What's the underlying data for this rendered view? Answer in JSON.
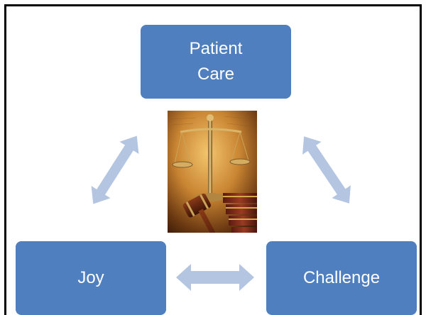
{
  "nodes": {
    "top": {
      "line1": "Patient",
      "line2": "Care"
    },
    "left": {
      "label": "Joy"
    },
    "right": {
      "label": "Challenge"
    }
  },
  "image": {
    "subject": "scales-of-justice-and-gavel-icon"
  },
  "colors": {
    "node_fill": "#4f7fbf",
    "node_text": "#ffffff",
    "arrow": "#b3c5e0",
    "frame": "#000000"
  }
}
